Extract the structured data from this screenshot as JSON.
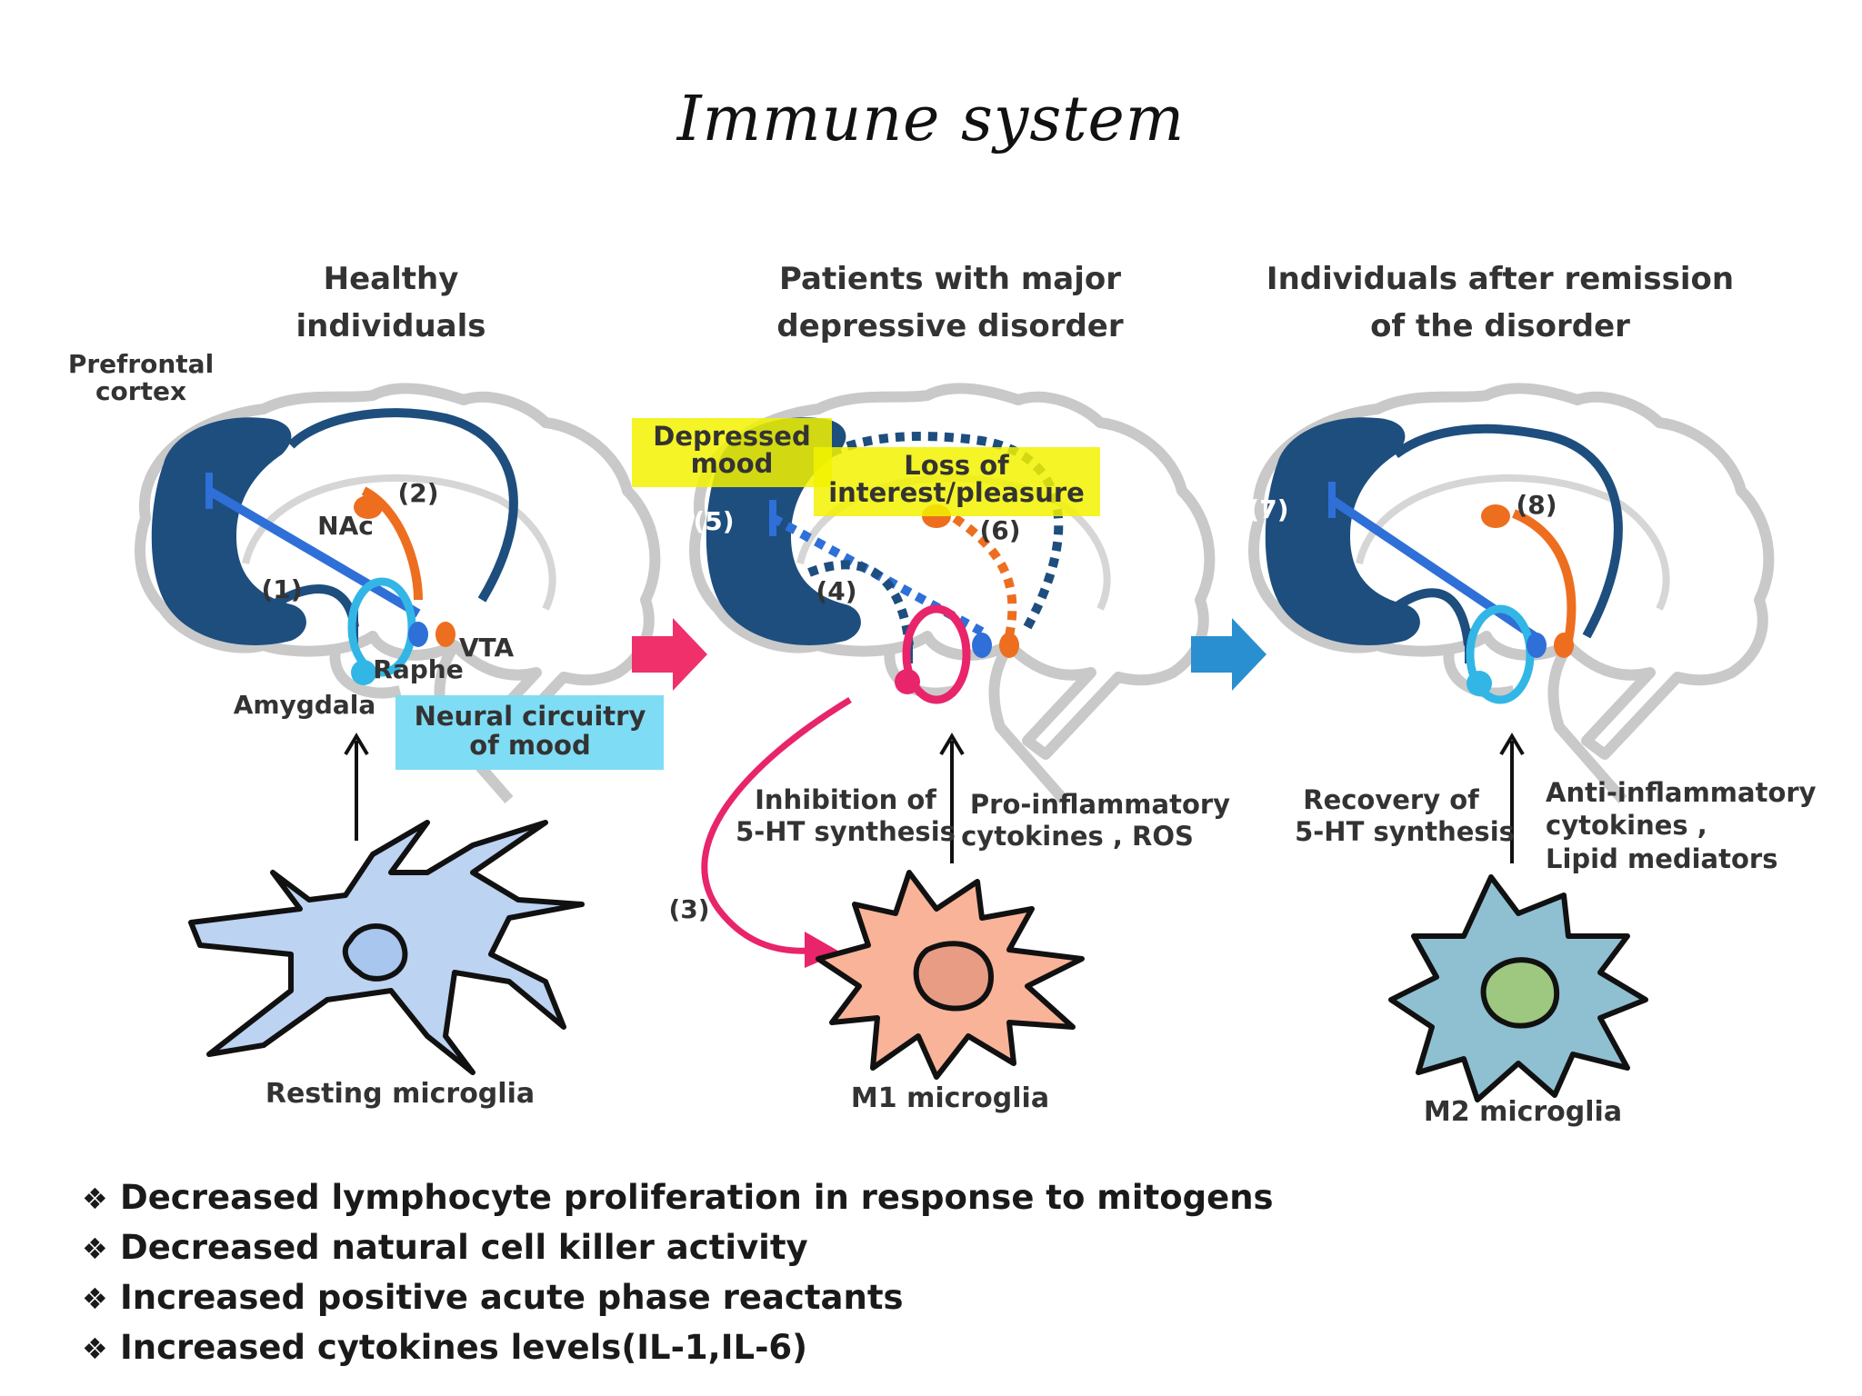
{
  "title": "Immune system",
  "columns": {
    "healthy": {
      "heading_line1": "Healthy",
      "heading_line2": "individuals"
    },
    "mdd": {
      "heading_line1": "Patients with major",
      "heading_line2": "depressive disorder"
    },
    "remission": {
      "heading_line1": "Individuals after remission",
      "heading_line2": "of the disorder"
    }
  },
  "labels": {
    "prefrontal_line1": "Prefrontal",
    "prefrontal_line2": "cortex",
    "nac": "NAc",
    "vta": "VTA",
    "raphe": "Raphe",
    "amygdala": "Amygdala",
    "neural_line1": "Neural circuitry",
    "neural_line2": "of mood",
    "depressed_line1": "Depressed",
    "depressed_line2": "mood",
    "loss_line1": "Loss of",
    "loss_line2": "interest/pleasure",
    "n1": "(1)",
    "n2": "(2)",
    "n3": "(3)",
    "n4": "(4)",
    "n5": "(5)",
    "n6": "(6)",
    "n7": "(7)",
    "n8": "(8)",
    "inhibition_line1": "Inhibition of",
    "inhibition_line2": "5-HT synthesis",
    "proinf_line1": "Pro-inflammatory",
    "proinf_line2": "cytokines , ROS",
    "recovery_line1": "Recovery of",
    "recovery_line2": "5-HT synthesis",
    "antiinf_line1": "Anti-inflammatory",
    "antiinf_line2": "cytokines ,",
    "antiinf_line3": "Lipid mediators",
    "resting": "Resting microglia",
    "m1": "M1 microglia",
    "m2": "M2 microglia"
  },
  "colors": {
    "dark_navy": "#1d4e7e",
    "blue": "#2f6fd8",
    "light_blue": "#32b6e6",
    "orange": "#ee6e1f",
    "pink": "#e8246a",
    "brain_outline": "#c9c9c9",
    "yellow_box": "#f2f200",
    "cyan_box": "#7fdcf5",
    "arrow_pink": "#f0306a",
    "arrow_blue": "#2a8fd0",
    "resting_fill": "#bcd3f2",
    "m1_fill": "#f9b399",
    "m2_fill": "#8fc0d2",
    "m2_nucleus": "#9ec780"
  },
  "bullets": [
    "Decreased lymphocyte proliferation in response to mitogens",
    "Decreased natural cell killer activity",
    "Increased positive acute phase reactants",
    "Increased cytokines levels(IL-1,IL-6)"
  ],
  "bullet_marker": "❖"
}
